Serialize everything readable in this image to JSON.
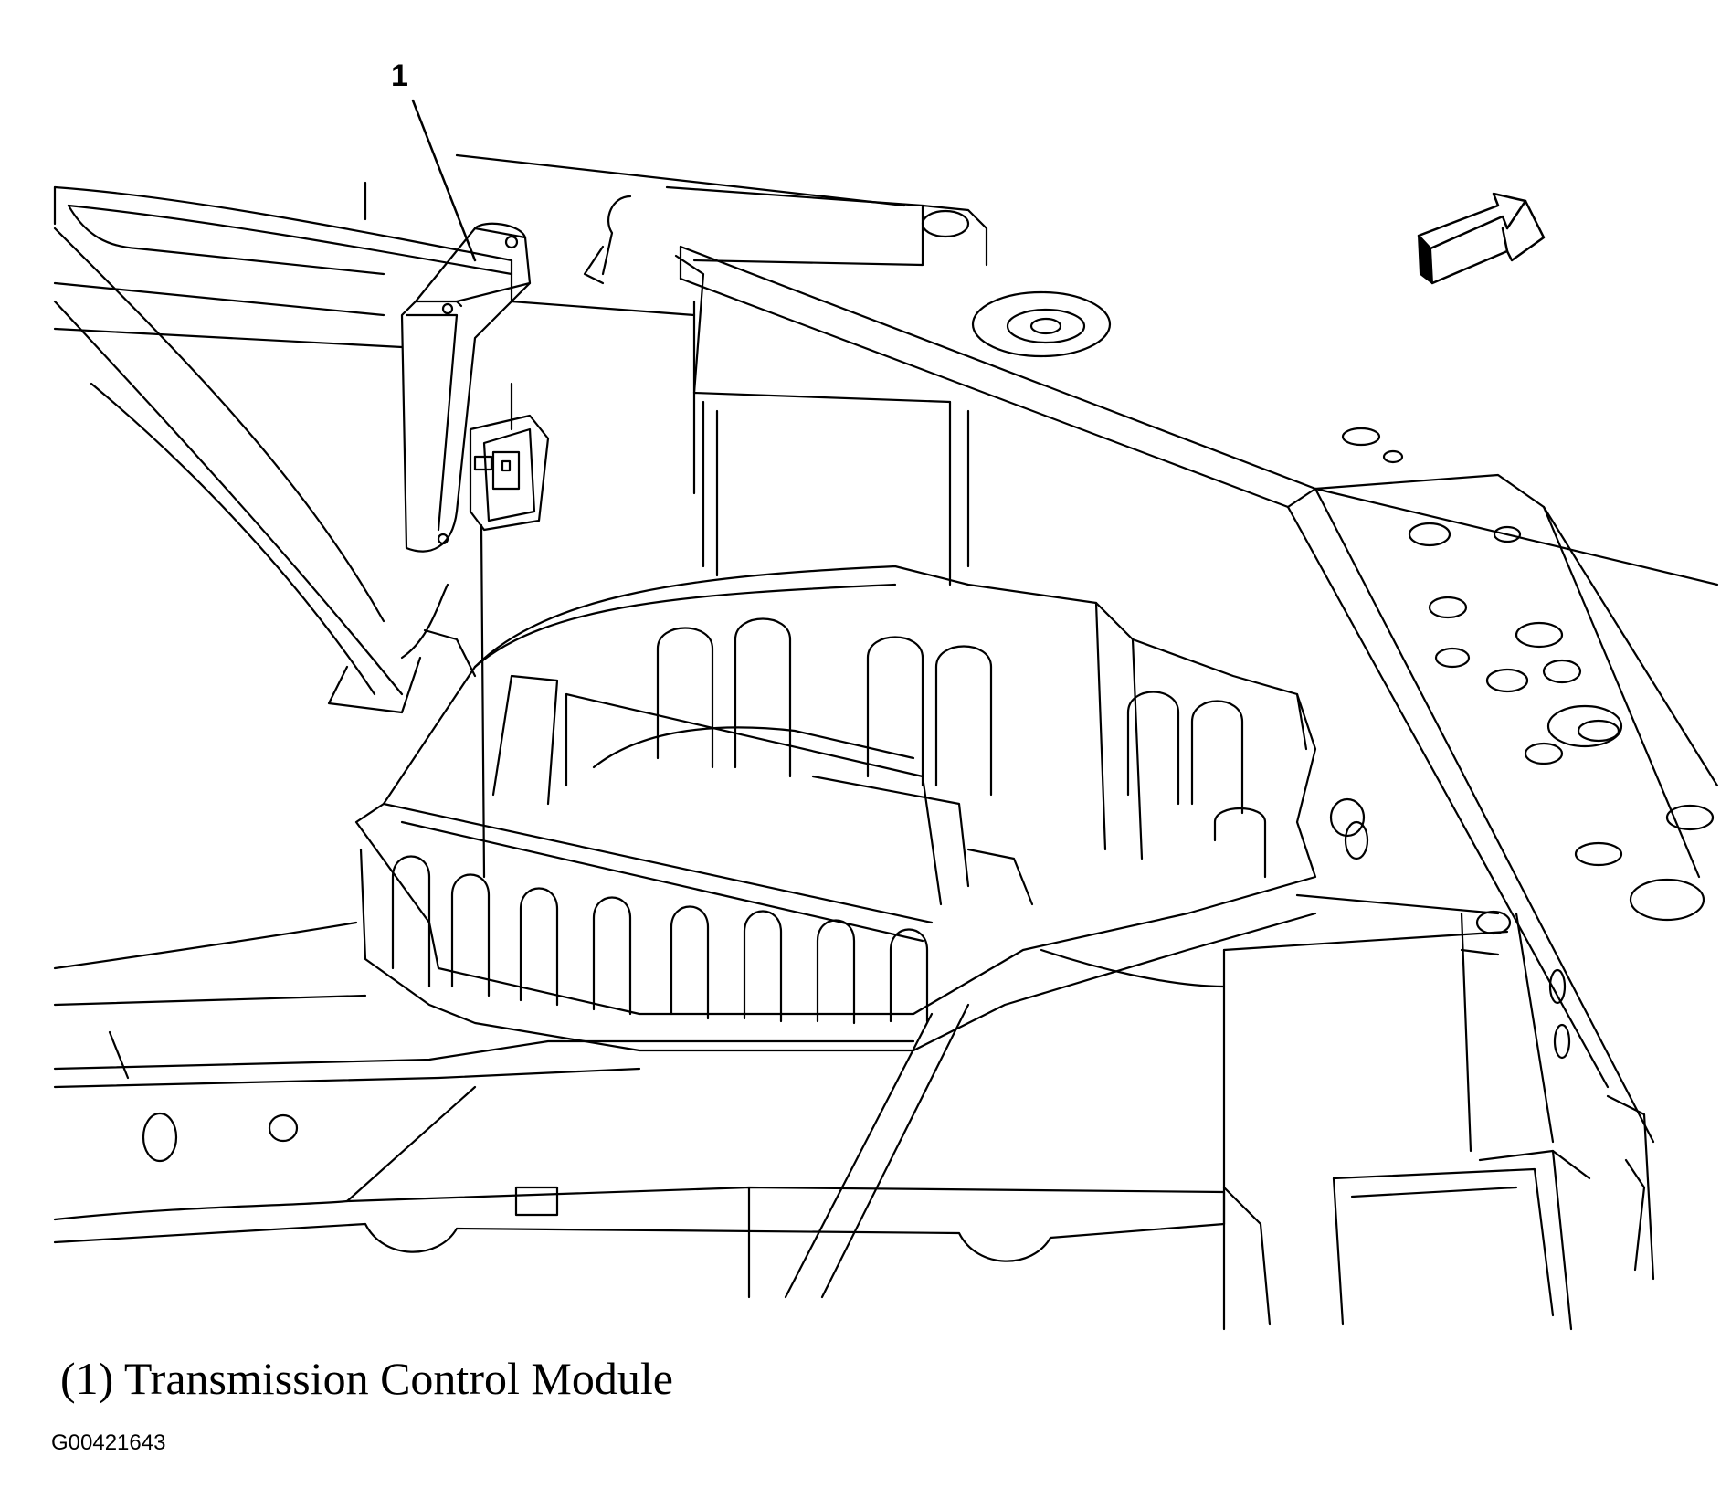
{
  "callout": {
    "number": "1"
  },
  "caption": {
    "text": "(1) Transmission Control Module"
  },
  "figure_code": "G00421643",
  "icons": {
    "direction_arrow": "forward-arrow-icon"
  },
  "colors": {
    "line": "#000000",
    "background": "#ffffff"
  }
}
